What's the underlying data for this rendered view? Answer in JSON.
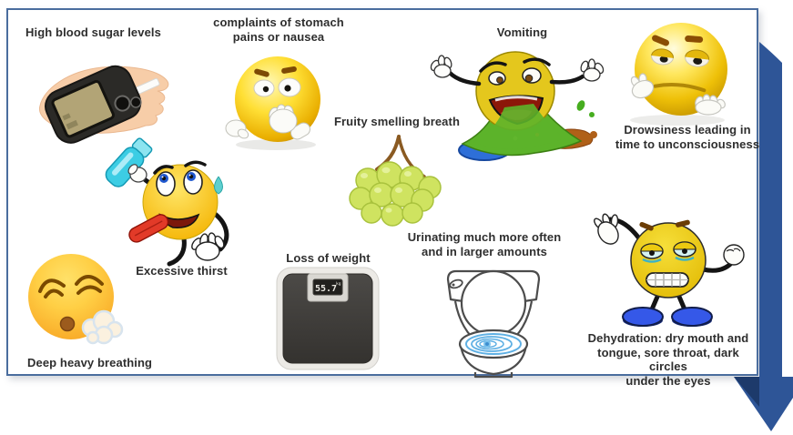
{
  "palette": {
    "card_border": "#4a6d9e",
    "ribbon": "#2e5597",
    "ribbon_fold": "#1d3a6b",
    "label_text": "#2e2e2e",
    "emoji_yellow": "#ffd928",
    "vomit_green": "#5cb32a",
    "toilet_water_blue": "#5fb0e4",
    "bottle_cyan": "#3ccde4",
    "grape_green": "#cfe360",
    "shoe_blue": "#3558e8",
    "hand_skin": "#f7cda8"
  },
  "symptoms": [
    {
      "id": "high-blood-sugar",
      "label": "High blood sugar levels",
      "icon": "glucose-meter-in-hand-icon"
    },
    {
      "id": "stomach-pains",
      "label": "complaints of stomach\npains or nausea",
      "icon": "hand-over-mouth-emoji-icon"
    },
    {
      "id": "vomiting",
      "label": "Vomiting",
      "icon": "vomiting-emoji-icon"
    },
    {
      "id": "drowsiness",
      "label": "Drowsiness leading in\ntime to unconsciousness",
      "icon": "drowsy-emoji-icon"
    },
    {
      "id": "fruity-breath",
      "label": "Fruity smelling breath",
      "icon": "grapes-icon"
    },
    {
      "id": "excessive-thirst",
      "label": "Excessive thirst",
      "icon": "drinking-water-emoji-icon"
    },
    {
      "id": "loss-of-weight",
      "label": "Loss of weight",
      "icon": "weighing-scale-icon",
      "scale": {
        "value": "55.7",
        "unit": "kg"
      }
    },
    {
      "id": "frequent-urination",
      "label": "Urinating much more often\nand in larger amounts",
      "icon": "toilet-icon"
    },
    {
      "id": "deep-breathing",
      "label": "Deep heavy breathing",
      "icon": "exhaling-emoji-icon"
    },
    {
      "id": "dehydration",
      "label": "Dehydration: dry mouth and\ntongue, sore throat, dark circles\nunder the eyes",
      "icon": "dehydrated-emoji-icon"
    }
  ]
}
